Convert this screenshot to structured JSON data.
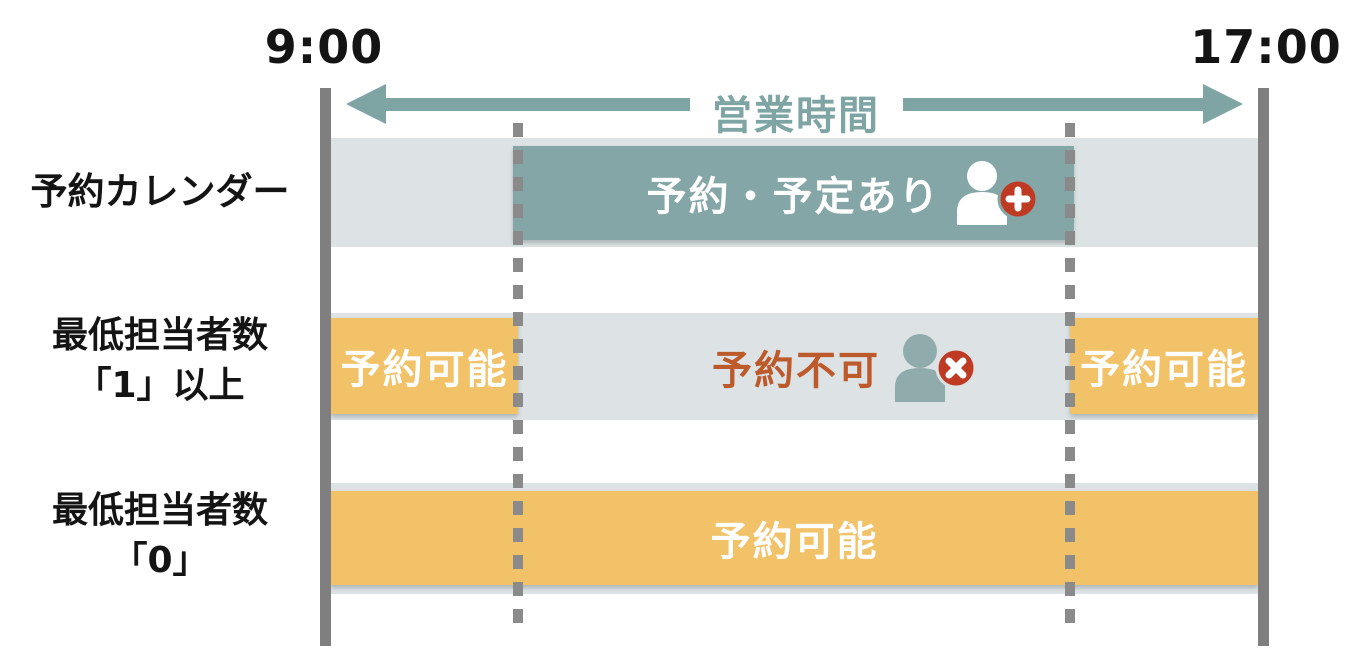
{
  "diagram": {
    "start_time": "9:00",
    "end_time": "17:00",
    "business_hours_label": "営業時間"
  },
  "rows": {
    "calendar": {
      "label": "予約カレンダー",
      "busy_label": "予約・予定あり",
      "busy_icon": "person-add-icon"
    },
    "min_staff_one": {
      "label_line1": "最低担当者数",
      "label_line2": "「1」以上",
      "left_label": "予約可能",
      "middle_label": "予約不可",
      "middle_icon": "person-x-icon",
      "right_label": "予約可能"
    },
    "min_staff_zero": {
      "label_line1": "最低担当者数",
      "label_line2": "「0」",
      "bar_label": "予約可能"
    }
  },
  "colors": {
    "arrow_teal": "#7ea4a4",
    "busy_bar_teal": "#85a6a6",
    "band_gray": "#dde3e4",
    "available_yellow": "#f2c269",
    "unavailable_text": "#bd5a2b",
    "badge_red": "#bf3a22",
    "boundary_line_gray": "#7f7f7f",
    "dash_gray": "#8a8a8a"
  }
}
